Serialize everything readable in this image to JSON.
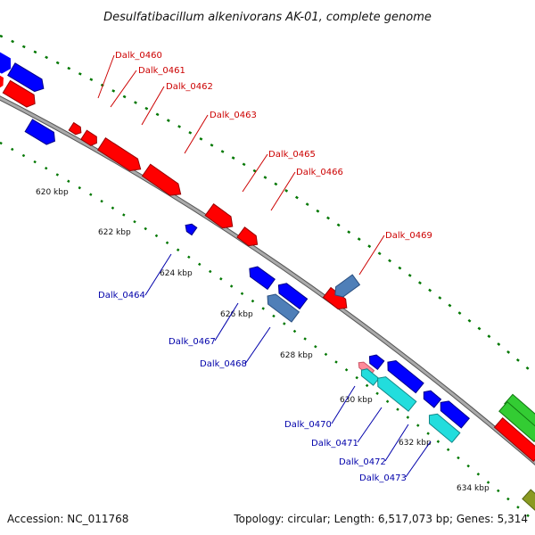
{
  "title": "Desulfatibacillum alkenivorans AK-01, complete genome",
  "accession": "Accession: NC_011768",
  "summary": "Topology: circular; Length: 6,517,073 bp; Genes: 5,314",
  "ticks": [
    "620 kbp",
    "622 kbp",
    "624 kbp",
    "626 kbp",
    "628 kbp",
    "630 kbp",
    "632 kbp",
    "634 kbp"
  ],
  "labels_forward": [
    "Dalk_0460",
    "Dalk_0461",
    "Dalk_0462",
    "Dalk_0463",
    "Dalk_0465",
    "Dalk_0466",
    "Dalk_0469"
  ],
  "labels_reverse": [
    "Dalk_0464",
    "Dalk_0467",
    "Dalk_0468",
    "Dalk_0470",
    "Dalk_0471",
    "Dalk_0472",
    "Dalk_0473"
  ],
  "colors": {
    "forward_gene": "#ff0000",
    "reverse_gene": "#0000ff",
    "steelblue_gene": "#4f7fb8",
    "cyan_gene": "#22dddd",
    "pink_gene": "#ff8a9a",
    "green_gene": "#33cc33",
    "olive_gene": "#8a9a22",
    "backbone": "#888888",
    "tick_green": "#007700",
    "forward_label": "#cc0000",
    "reverse_label": "#0000aa"
  }
}
